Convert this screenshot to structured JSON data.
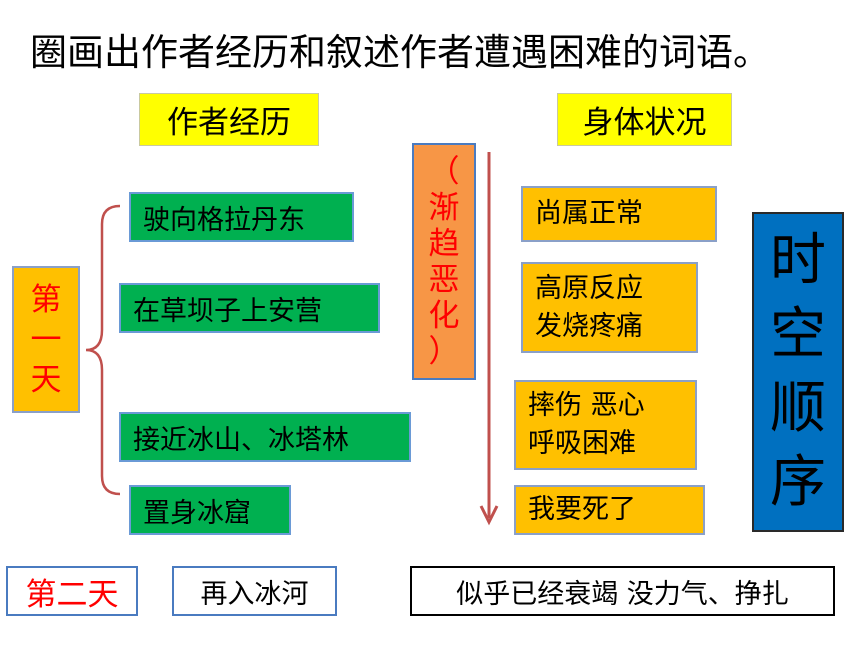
{
  "title": "圈画出作者经历和叙述作者遭遇困难的词语。",
  "headers": {
    "experience": "作者经历",
    "condition": "身体状况"
  },
  "day_one": {
    "chars": [
      "第",
      "一",
      "天"
    ]
  },
  "experiences": [
    "驶向格拉丹东",
    "在草坝子上安营",
    "接近冰山、冰塔林",
    "置身冰窟"
  ],
  "trend": {
    "chars": [
      "（",
      "渐",
      "趋",
      "恶",
      "化",
      "）"
    ]
  },
  "conditions": [
    {
      "lines": [
        "尚属正常"
      ]
    },
    {
      "lines": [
        "高原反应",
        "发烧疼痛"
      ]
    },
    {
      "lines": [
        "摔伤 恶心",
        "呼吸困难"
      ]
    },
    {
      "lines": [
        "我要死了"
      ]
    }
  ],
  "order": {
    "chars": [
      "时",
      "空",
      "顺",
      "序"
    ]
  },
  "day_two": {
    "label": "第二天",
    "action": "再入冰河",
    "condition": "似乎已经衰竭 没力气、挣扎"
  },
  "colors": {
    "heading_bg": "#ffff00",
    "experience_bg": "#00b050",
    "condition_bg": "#ffc000",
    "trend_bg": "#f79646",
    "order_bg": "#0070c0",
    "arrow": "#c0504d",
    "brace": "#c0504d",
    "day_text": "#ff0000"
  }
}
